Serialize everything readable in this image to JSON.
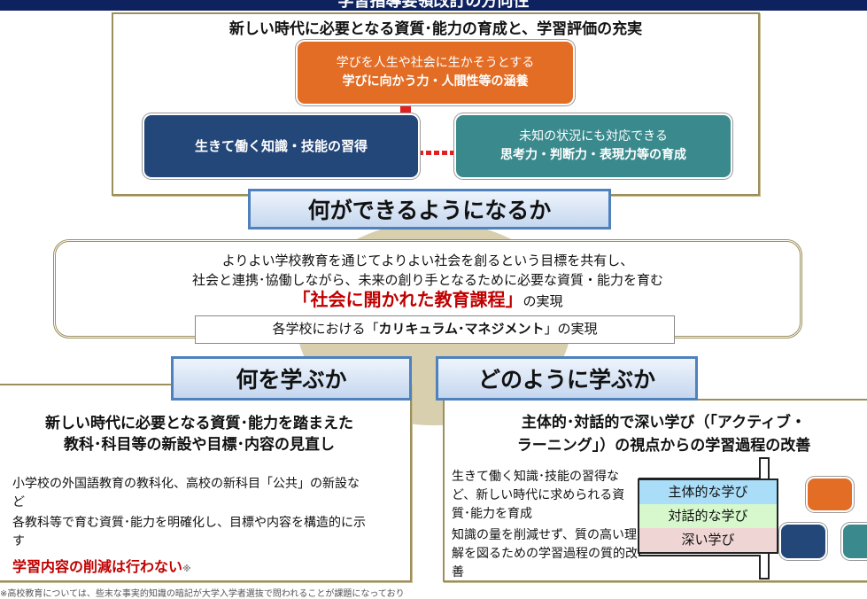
{
  "header": {
    "title": "学習指導要領改訂の方向性"
  },
  "top": {
    "heading": "新しい時代に必要となる資質･能力の育成と、学習評価の充実",
    "orange": [
      "学びを人生や社会に生かそうとする",
      "学びに向かう力・人間性等の涵養"
    ],
    "navy": "生きて働く知識・技能の習得",
    "teal": [
      "未知の状況にも対応できる",
      "思考力・判断力・表現力等の育成"
    ]
  },
  "q1": "何ができるようになるか",
  "middle": {
    "line1": "よりよい学校教育を通じてよりよい社会を創るという目標を共有し、",
    "line2": "社会と連携･協働しながら、未来の創り手となるために必要な資質・能力を育む",
    "emph": "「社会に開かれた教育課程」",
    "emph_suffix": "の実現",
    "inner_prefix": "各学校における「",
    "inner_emph": "カリキュラム･マネジメント",
    "inner_suffix": "」の実現"
  },
  "q2": "何を学ぶか",
  "q3": "どのように学ぶか",
  "left": {
    "heading": [
      "新しい時代に必要となる資質･能力を踏まえた",
      "教科･科目等の新設や目標･内容の見直し"
    ],
    "items": [
      "小学校の外国語教育の教科化、高校の新科目「公共」の新設など",
      "各教科等で育む資質･能力を明確化し、目標や内容を構造的に示す"
    ],
    "emph": "学習内容の削減は行わない",
    "mark": "※"
  },
  "right": {
    "heading": [
      "主体的･対話的で深い学び（「アクティブ・",
      "ラーニング」）の視点からの学習過程の改善"
    ],
    "items": [
      "生きて働く知識･技能の習得など、新しい時代に求められる資質･能力を育成",
      "知識の量を削減せず、質の高い理解を図るための学習過程の質的改善"
    ],
    "bubble": [
      "主体的な学び",
      "対話的な学び",
      "深い学び"
    ]
  },
  "footnote": "※高校教育については、些末な事実的知識の暗記が大学入学者選抜で問われることが課題になっており"
}
